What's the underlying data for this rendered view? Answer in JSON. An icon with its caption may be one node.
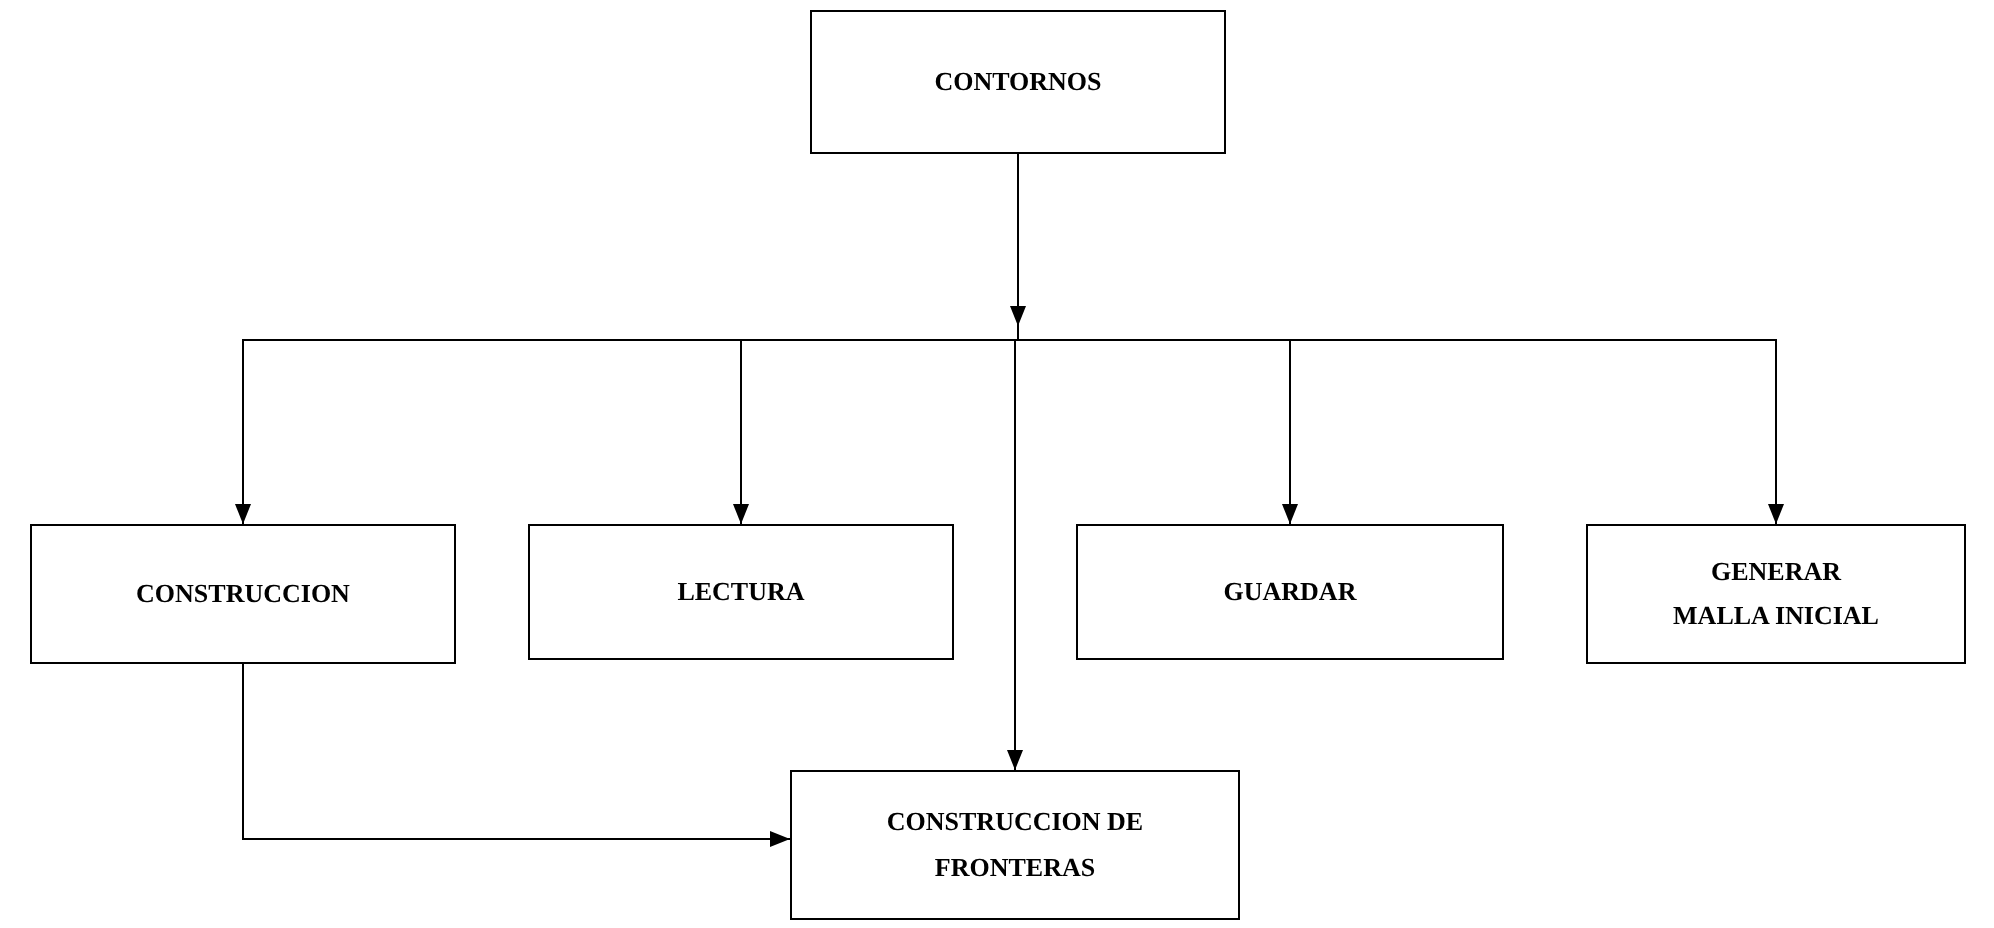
{
  "diagram": {
    "nodes": [
      {
        "text": [
          "CONTORNOS"
        ]
      },
      {
        "text": [
          "CONSTRUCCION"
        ]
      },
      {
        "text": [
          "LECTURA"
        ]
      },
      {
        "text": [
          "GUARDAR"
        ]
      },
      {
        "text": [
          "GENERAR MALLA INICIAL"
        ]
      },
      {
        "text": [
          "CONSTRUCCION DE FRONTERAS"
        ]
      }
    ],
    "edges": [
      {
        "from": 0,
        "to": 1,
        "arrow": "to"
      },
      {
        "from": 0,
        "to": 2,
        "arrow": "to"
      },
      {
        "from": 0,
        "to": 5,
        "arrow": "to"
      },
      {
        "from": 0,
        "to": 3,
        "arrow": "to"
      },
      {
        "from": 0,
        "to": 4,
        "arrow": "to"
      },
      {
        "from": 1,
        "to": 5,
        "arrow": "to"
      }
    ]
  }
}
